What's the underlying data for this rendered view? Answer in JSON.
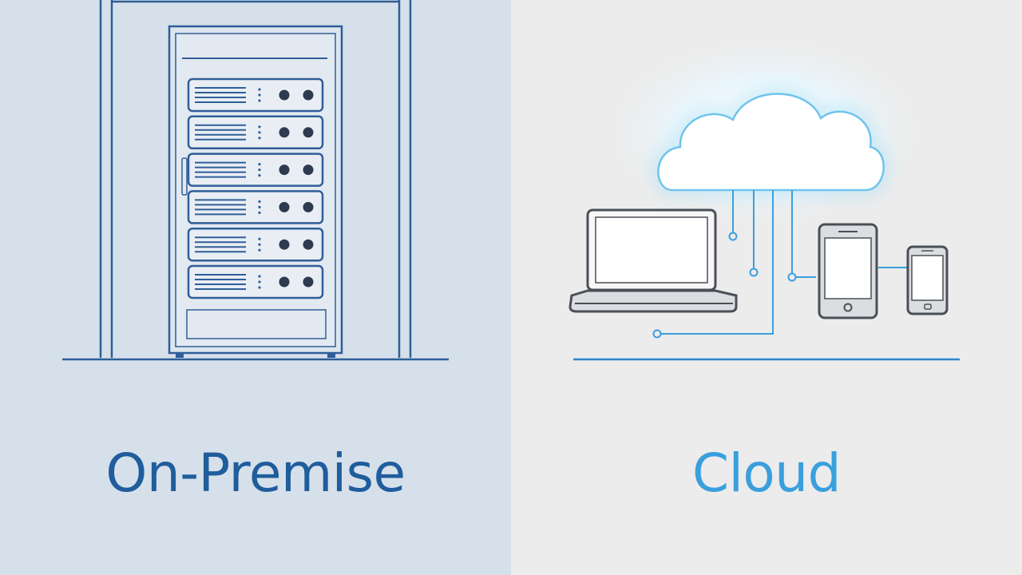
{
  "left": {
    "label": "On-Premise",
    "background": "#d6e0ea",
    "label_color": "#1f5d9c",
    "line_color": "#2f5e98",
    "server_count": 6
  },
  "right": {
    "label": "Cloud",
    "background": "#ececec",
    "label_color": "#3a9fdd",
    "line_color": "#2f86c9",
    "device_color": "#4a4f57"
  }
}
